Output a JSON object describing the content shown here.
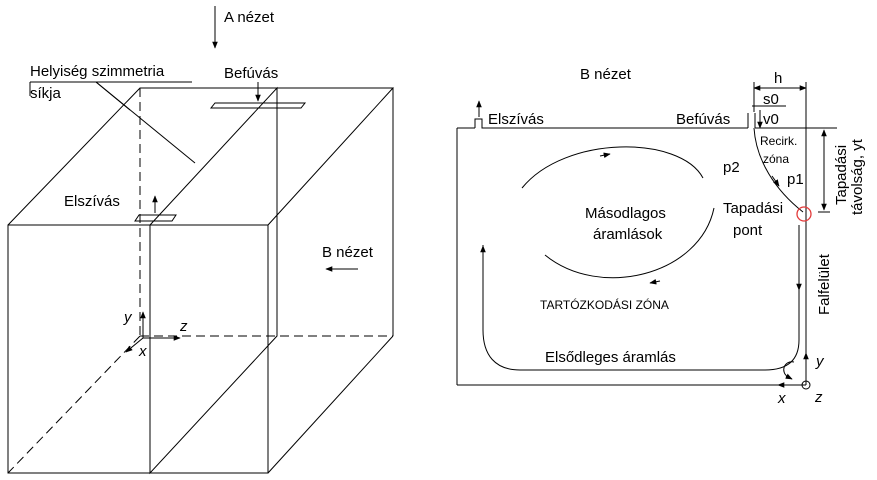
{
  "left": {
    "view_a": "A nézet",
    "symmetry_line1": "Helyiség szimmetria",
    "symmetry_line2": "síkja",
    "inlet": "Befúvás",
    "exhaust": "Elszívás",
    "view_b": "B nézet",
    "axis_y": "y",
    "axis_z": "z",
    "axis_x": "x"
  },
  "right": {
    "title": "B nézet",
    "exhaust": "Elszívás",
    "inlet": "Befúvás",
    "h": "h",
    "s0": "s0",
    "v0": "v0",
    "recirc_line1": "Recirk.",
    "recirc_line2": "zóna",
    "p2": "p2",
    "p1": "p1",
    "secondary_line1": "Másodlagos",
    "secondary_line2": "áramlások",
    "attach_line1": "Tapadási",
    "attach_line2": "pont",
    "occupied_zone": "TARTÓZKODÁSI ZÓNA",
    "primary_flow": "Elsődleges áramlás",
    "wall_surface": "Falfelület",
    "attach_distance_line1": "Tapadási",
    "attach_distance_line2": "távolság, yt",
    "axis_y": "y",
    "axis_x": "x",
    "axis_z": "z"
  },
  "colors": {
    "line": "#000000",
    "attach_marker": "#e23a3a"
  }
}
